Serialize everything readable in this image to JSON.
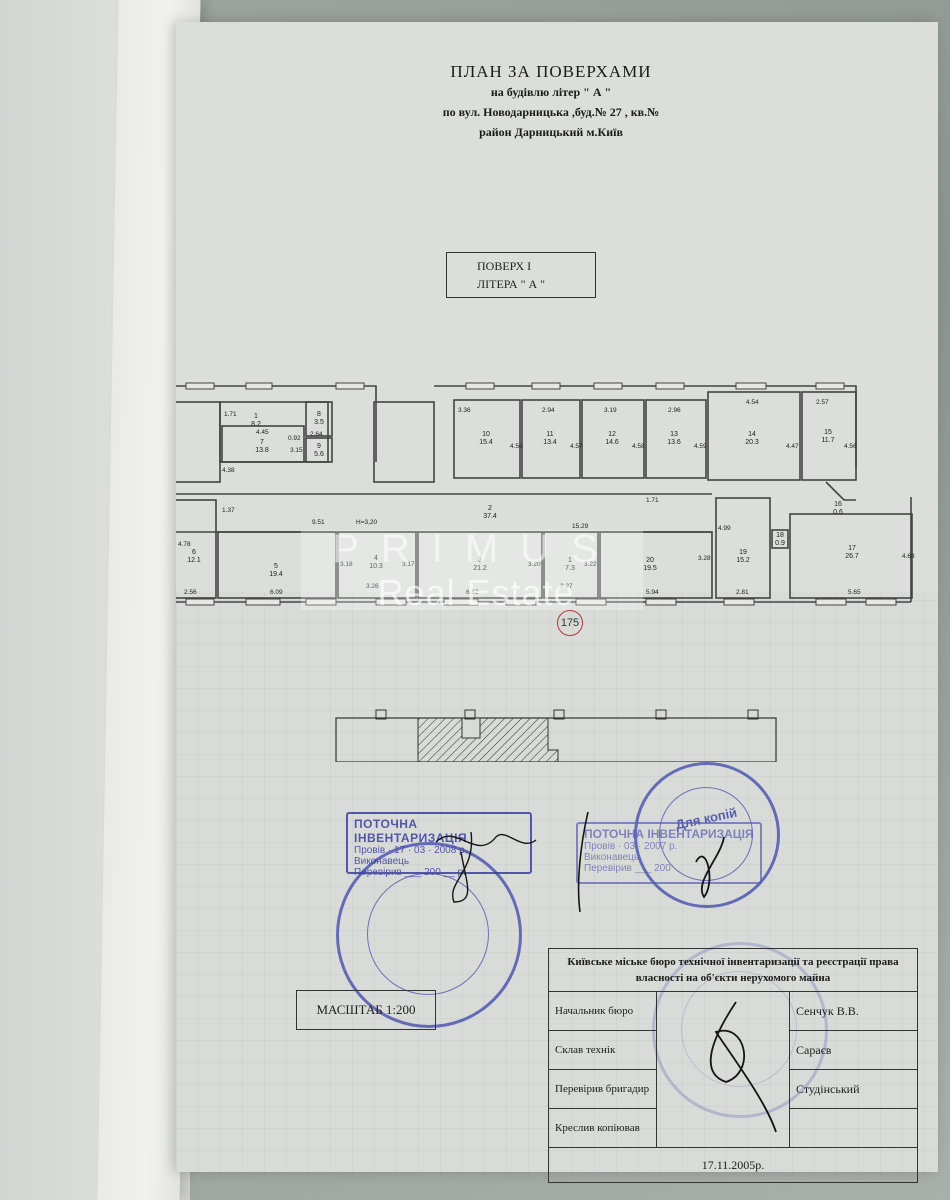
{
  "document": {
    "title": "ПЛАН ЗА ПОВЕРХАМИ",
    "subtitle_building": "на будівлю літер \" А \"",
    "address": "по вул. Новодарницька ,буд.№ 27 , кв.№",
    "district": "район  Дарницький  м.Київ",
    "floor_box": {
      "floor": "ПОВЕРХ I",
      "letter": "ЛІТЕРА \" А \""
    },
    "ceiling_height": "H=3,20",
    "page_number": "175",
    "watermark": {
      "brand": "PRIMUS",
      "tagline": "Real Estate"
    },
    "scale": "МАСШТАБ 1:200"
  },
  "rooms": [
    {
      "no": "1",
      "area": "8.2"
    },
    {
      "no": "2",
      "area": "37.4"
    },
    {
      "no": "3",
      "area": "21.2"
    },
    {
      "no": "4",
      "area": "10.3"
    },
    {
      "no": "5",
      "area": "19.4"
    },
    {
      "no": "6",
      "area": "12.1"
    },
    {
      "no": "7",
      "area": "13.8"
    },
    {
      "no": "8",
      "area": "3.5"
    },
    {
      "no": "9",
      "area": "5.6"
    },
    {
      "no": "10",
      "area": "15.4"
    },
    {
      "no": "11",
      "area": "13.4"
    },
    {
      "no": "12",
      "area": "14.6"
    },
    {
      "no": "13",
      "area": "13.6"
    },
    {
      "no": "14",
      "area": "20.3"
    },
    {
      "no": "15",
      "area": "11.7"
    },
    {
      "no": "16",
      "area": "0.6"
    },
    {
      "no": "17",
      "area": "26.7"
    },
    {
      "no": "18",
      "area": "0.9"
    },
    {
      "no": "19",
      "area": "15.2"
    },
    {
      "no": "20",
      "area": "19.5"
    },
    {
      "no": "1",
      "area": "7.3"
    }
  ],
  "dimensions": {
    "d_1_71": "1.71",
    "d_4_45": "4.45",
    "d_0_92": "0.92",
    "d_2_64": "2.64",
    "d_3_15": "3.15",
    "d_4_38": "4.38",
    "d_3_36": "3.36",
    "d_2_94": "2.94",
    "d_3_19": "3.19",
    "d_2_96": "2.96",
    "d_4_54": "4.54",
    "d_2_57": "2.57",
    "d_4_56a": "4.56",
    "d_4_57": "4.57",
    "d_4_58": "4.58",
    "d_4_59": "4.59",
    "d_4_47": "4.47",
    "d_4_56b": "4.56",
    "d_1_37": "1.37",
    "d_9_51": "9.51",
    "d_15_29": "15.29",
    "d_1_71b": "1.71",
    "d_4_78": "4.78",
    "d_2_56": "2.56",
    "d_6_09": "6.09",
    "d_3_18": "3.18",
    "d_3_26": "3.26",
    "d_3_17": "3.17",
    "d_6_62": "6.62",
    "d_3_20": "3.20",
    "d_2_27": "2.27",
    "d_3_22": "3.22",
    "d_5_94": "5.94",
    "d_3_28": "3.28",
    "d_4_99": "4.99",
    "d_2_81": "2.81",
    "d_5_65": "5.65",
    "d_4_63": "4.63"
  },
  "stamps": {
    "inventory_1": {
      "title": "ПОТОЧНА ІНВЕНТАРИЗАЦІЯ",
      "line1": "Провів · 17 · 03 · 2008 р.",
      "line2": "Виконавець",
      "line3": "Перевірив ___ 200 __ р."
    },
    "inventory_2": {
      "title": "ПОТОЧНА ІНВЕНТАРИЗАЦІЯ",
      "line1": "Провів · 03 · 2007 р.",
      "line2": "Виконавець",
      "line3": "Перевірив ___ 200"
    },
    "copy_seal": "Для копій"
  },
  "signature_table": {
    "organization": "Київське міське бюро технічної інвентаризації та реєстрації права власності на об'єкти нерухомого майна",
    "rows": [
      {
        "role": "Начальник бюро",
        "name": "Сенчук В.В."
      },
      {
        "role": "Склав технік",
        "name": "Сараєв"
      },
      {
        "role": "Перевірив бригадир",
        "name": "Студінський"
      },
      {
        "role": "Креслив копіював",
        "name": ""
      }
    ],
    "date": "17.11.2005р."
  }
}
